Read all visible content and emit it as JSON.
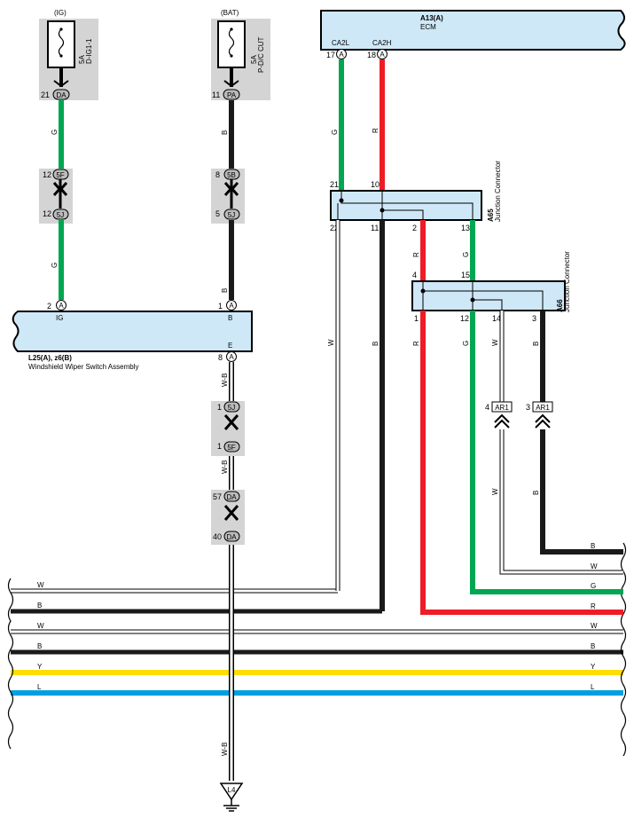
{
  "colors": {
    "G": "#00a651",
    "R": "#ee1c25",
    "B": "#1a1a1a",
    "W": "#ffffff",
    "Y": "#ffdd00",
    "L": "#00a0e0",
    "panel": "#cfe8f7",
    "fuse_bg": "#d4d4d4"
  },
  "fuse_ig": {
    "source": "(IG)",
    "rating": "5A",
    "name": "D-IG1-1",
    "pin": "21",
    "conn": "DA"
  },
  "fuse_bat": {
    "source": "(BAT)",
    "rating": "5A",
    "name": "P-D/C CUT",
    "pin": "11",
    "conn": "PA"
  },
  "ecm": {
    "code": "A13(A)",
    "name": "ECM",
    "pin_l_name": "CA2L",
    "pin_h_name": "CA2H",
    "pin_l": "17",
    "pin_h": "18",
    "conn": "A"
  },
  "left_wires": {
    "ig_upper": "G",
    "ig_lower": "G",
    "bat_upper": "B",
    "bat_lower": "B",
    "e_1": "W-B",
    "e_2": "W-B",
    "e_3": "W-B"
  },
  "ic_left": {
    "top_pin": "12",
    "top_conn": "5F",
    "bot_pin": "12",
    "bot_conn": "5J"
  },
  "ic_mid": {
    "top_pin": "8",
    "top_conn": "5B",
    "bot_pin": "5",
    "bot_conn": "5J"
  },
  "switch": {
    "title": "L25(A), z6(B)",
    "name": "Windshield Wiper Switch Assembly",
    "pin_ig_num": "2",
    "pin_ig_conn": "A",
    "pin_ig_name": "IG",
    "pin_b_num": "1",
    "pin_b_conn": "A",
    "pin_b_name": "B",
    "pin_e_num": "8",
    "pin_e_conn": "A",
    "pin_e_name": "E"
  },
  "ic_e1": {
    "top_pin": "1",
    "top_conn": "5J",
    "bot_pin": "1",
    "bot_conn": "5F"
  },
  "ic_e2": {
    "top_pin": "57",
    "top_conn": "DA",
    "bot_pin": "40",
    "bot_conn": "DA"
  },
  "ground": {
    "code": "L4"
  },
  "ecm_wires": {
    "l": "G",
    "h": "R"
  },
  "jc_a65": {
    "code": "A65",
    "name": "Junction Connector",
    "pin_in_l": "21",
    "pin_in_h": "10",
    "pin_out_1": "22",
    "pin_out_2": "11",
    "pin_out_3": "2",
    "pin_out_4": "13",
    "w_out_1": "W",
    "w_out_2": "B",
    "w_out_3": "R",
    "w_out_4": "G"
  },
  "jc_a66": {
    "code": "A66",
    "name": "Junction Connector",
    "pin_in_r": "4",
    "pin_in_g": "15",
    "pin_out_1": "1",
    "pin_out_2": "12",
    "pin_out_3": "14",
    "pin_out_4": "3",
    "w_out_1": "R",
    "w_out_2": "G",
    "w_out_3": "W",
    "w_out_4": "B"
  },
  "ar1_w": {
    "pin": "4",
    "conn": "AR1",
    "wire": "W"
  },
  "ar1_b": {
    "pin": "3",
    "conn": "AR1",
    "wire": "B"
  },
  "bus": {
    "left": [
      "W",
      "B",
      "W",
      "B",
      "Y",
      "L"
    ],
    "right": [
      "B",
      "W",
      "G",
      "R",
      "W",
      "B",
      "Y",
      "L"
    ]
  }
}
